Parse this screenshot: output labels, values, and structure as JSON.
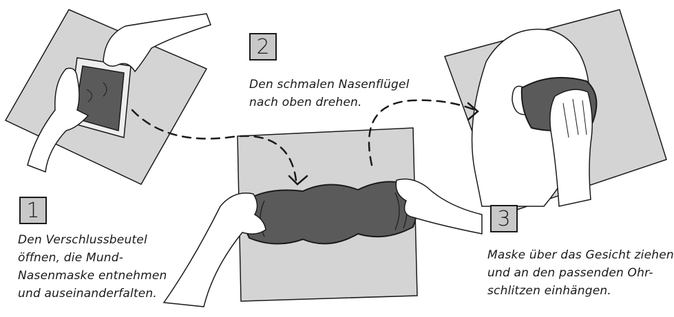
{
  "colors": {
    "sheet": "#d4d4d4",
    "mask": "#5a5a5a",
    "outline": "#1a1a1a",
    "badge": "#c8c8c8"
  },
  "steps": [
    {
      "number": "1",
      "lines": [
        "Den Verschlussbeutel",
        "öffnen, die Mund-",
        "Nasenmaske entnehmen",
        "und auseinanderfalten."
      ]
    },
    {
      "number": "2",
      "lines": [
        "Den schmalen Nasenflügel",
        "nach oben drehen."
      ]
    },
    {
      "number": "3",
      "lines": [
        "Maske über das Gesicht ziehen",
        "und an den passenden Ohr-",
        "schlitzen einhängen."
      ]
    }
  ]
}
